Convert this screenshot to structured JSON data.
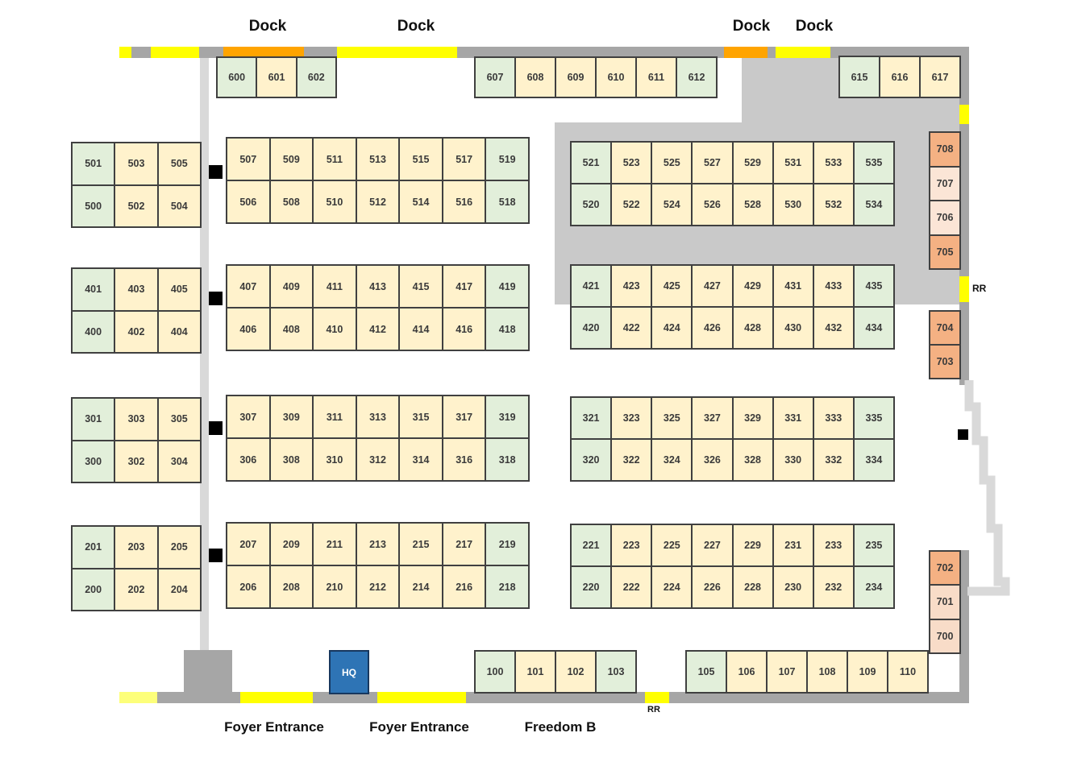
{
  "palette": {
    "green": "#E2EFDA",
    "cream": "#FFF2CC",
    "orange": "#F4B183",
    "peach": "#FBE5D6",
    "peach_light": "#F8DCC8",
    "blue": "#2E74B5",
    "wall": "#A6A6A6",
    "corridor": "#D9D9D9",
    "region": "#C9C9C9",
    "yellow": "#FFFF00",
    "pale_yellow": "#FDFF7A",
    "dock_orange": "#FFA400",
    "marker": "#000000"
  },
  "labels": {
    "dock": "Dock",
    "foyer": "Foyer Entrance",
    "freedom": "Freedom B",
    "rr": "RR",
    "hq": "HQ"
  },
  "groups": [
    {
      "name": "top-600",
      "cells": [
        {
          "n": "600",
          "c": "green"
        },
        {
          "n": "601",
          "c": "cream"
        },
        {
          "n": "602",
          "c": "green"
        }
      ]
    },
    {
      "name": "top-607",
      "cells": [
        {
          "n": "607",
          "c": "green"
        },
        {
          "n": "608",
          "c": "cream"
        },
        {
          "n": "609",
          "c": "cream"
        },
        {
          "n": "610",
          "c": "cream"
        },
        {
          "n": "611",
          "c": "cream"
        },
        {
          "n": "612",
          "c": "green"
        }
      ]
    },
    {
      "name": "top-615",
      "cells": [
        {
          "n": "615",
          "c": "green"
        },
        {
          "n": "616",
          "c": "cream"
        },
        {
          "n": "617",
          "c": "cream"
        }
      ]
    },
    {
      "name": "left-500",
      "cells": [
        {
          "n": "501",
          "c": "green"
        },
        {
          "n": "503",
          "c": "cream"
        },
        {
          "n": "505",
          "c": "cream"
        },
        {
          "n": "500",
          "c": "green"
        },
        {
          "n": "502",
          "c": "cream"
        },
        {
          "n": "504",
          "c": "cream"
        }
      ]
    },
    {
      "name": "mid-500",
      "cells": [
        {
          "n": "507",
          "c": "cream"
        },
        {
          "n": "509",
          "c": "cream"
        },
        {
          "n": "511",
          "c": "cream"
        },
        {
          "n": "513",
          "c": "cream"
        },
        {
          "n": "515",
          "c": "cream"
        },
        {
          "n": "517",
          "c": "cream"
        },
        {
          "n": "519",
          "c": "green"
        },
        {
          "n": "506",
          "c": "cream"
        },
        {
          "n": "508",
          "c": "cream"
        },
        {
          "n": "510",
          "c": "cream"
        },
        {
          "n": "512",
          "c": "cream"
        },
        {
          "n": "514",
          "c": "cream"
        },
        {
          "n": "516",
          "c": "cream"
        },
        {
          "n": "518",
          "c": "green"
        }
      ]
    },
    {
      "name": "right-500",
      "cells": [
        {
          "n": "521",
          "c": "green"
        },
        {
          "n": "523",
          "c": "cream"
        },
        {
          "n": "525",
          "c": "cream"
        },
        {
          "n": "527",
          "c": "cream"
        },
        {
          "n": "529",
          "c": "cream"
        },
        {
          "n": "531",
          "c": "cream"
        },
        {
          "n": "533",
          "c": "cream"
        },
        {
          "n": "535",
          "c": "green"
        },
        {
          "n": "520",
          "c": "green"
        },
        {
          "n": "522",
          "c": "cream"
        },
        {
          "n": "524",
          "c": "cream"
        },
        {
          "n": "526",
          "c": "cream"
        },
        {
          "n": "528",
          "c": "cream"
        },
        {
          "n": "530",
          "c": "cream"
        },
        {
          "n": "532",
          "c": "cream"
        },
        {
          "n": "534",
          "c": "green"
        }
      ]
    },
    {
      "name": "left-400",
      "cells": [
        {
          "n": "401",
          "c": "green"
        },
        {
          "n": "403",
          "c": "cream"
        },
        {
          "n": "405",
          "c": "cream"
        },
        {
          "n": "400",
          "c": "green"
        },
        {
          "n": "402",
          "c": "cream"
        },
        {
          "n": "404",
          "c": "cream"
        }
      ]
    },
    {
      "name": "mid-400",
      "cells": [
        {
          "n": "407",
          "c": "cream"
        },
        {
          "n": "409",
          "c": "cream"
        },
        {
          "n": "411",
          "c": "cream"
        },
        {
          "n": "413",
          "c": "cream"
        },
        {
          "n": "415",
          "c": "cream"
        },
        {
          "n": "417",
          "c": "cream"
        },
        {
          "n": "419",
          "c": "green"
        },
        {
          "n": "406",
          "c": "cream"
        },
        {
          "n": "408",
          "c": "cream"
        },
        {
          "n": "410",
          "c": "cream"
        },
        {
          "n": "412",
          "c": "cream"
        },
        {
          "n": "414",
          "c": "cream"
        },
        {
          "n": "416",
          "c": "cream"
        },
        {
          "n": "418",
          "c": "green"
        }
      ]
    },
    {
      "name": "right-400",
      "cells": [
        {
          "n": "421",
          "c": "green"
        },
        {
          "n": "423",
          "c": "cream"
        },
        {
          "n": "425",
          "c": "cream"
        },
        {
          "n": "427",
          "c": "cream"
        },
        {
          "n": "429",
          "c": "cream"
        },
        {
          "n": "431",
          "c": "cream"
        },
        {
          "n": "433",
          "c": "cream"
        },
        {
          "n": "435",
          "c": "green"
        },
        {
          "n": "420",
          "c": "green"
        },
        {
          "n": "422",
          "c": "cream"
        },
        {
          "n": "424",
          "c": "cream"
        },
        {
          "n": "426",
          "c": "cream"
        },
        {
          "n": "428",
          "c": "cream"
        },
        {
          "n": "430",
          "c": "cream"
        },
        {
          "n": "432",
          "c": "cream"
        },
        {
          "n": "434",
          "c": "green"
        }
      ]
    },
    {
      "name": "left-300",
      "cells": [
        {
          "n": "301",
          "c": "green"
        },
        {
          "n": "303",
          "c": "cream"
        },
        {
          "n": "305",
          "c": "cream"
        },
        {
          "n": "300",
          "c": "green"
        },
        {
          "n": "302",
          "c": "cream"
        },
        {
          "n": "304",
          "c": "cream"
        }
      ]
    },
    {
      "name": "mid-300",
      "cells": [
        {
          "n": "307",
          "c": "cream"
        },
        {
          "n": "309",
          "c": "cream"
        },
        {
          "n": "311",
          "c": "cream"
        },
        {
          "n": "313",
          "c": "cream"
        },
        {
          "n": "315",
          "c": "cream"
        },
        {
          "n": "317",
          "c": "cream"
        },
        {
          "n": "319",
          "c": "green"
        },
        {
          "n": "306",
          "c": "cream"
        },
        {
          "n": "308",
          "c": "cream"
        },
        {
          "n": "310",
          "c": "cream"
        },
        {
          "n": "312",
          "c": "cream"
        },
        {
          "n": "314",
          "c": "cream"
        },
        {
          "n": "316",
          "c": "cream"
        },
        {
          "n": "318",
          "c": "green"
        }
      ]
    },
    {
      "name": "right-300",
      "cells": [
        {
          "n": "321",
          "c": "green"
        },
        {
          "n": "323",
          "c": "cream"
        },
        {
          "n": "325",
          "c": "cream"
        },
        {
          "n": "327",
          "c": "cream"
        },
        {
          "n": "329",
          "c": "cream"
        },
        {
          "n": "331",
          "c": "cream"
        },
        {
          "n": "333",
          "c": "cream"
        },
        {
          "n": "335",
          "c": "green"
        },
        {
          "n": "320",
          "c": "green"
        },
        {
          "n": "322",
          "c": "cream"
        },
        {
          "n": "324",
          "c": "cream"
        },
        {
          "n": "326",
          "c": "cream"
        },
        {
          "n": "328",
          "c": "cream"
        },
        {
          "n": "330",
          "c": "cream"
        },
        {
          "n": "332",
          "c": "cream"
        },
        {
          "n": "334",
          "c": "green"
        }
      ]
    },
    {
      "name": "left-200",
      "cells": [
        {
          "n": "201",
          "c": "green"
        },
        {
          "n": "203",
          "c": "cream"
        },
        {
          "n": "205",
          "c": "cream"
        },
        {
          "n": "200",
          "c": "green"
        },
        {
          "n": "202",
          "c": "cream"
        },
        {
          "n": "204",
          "c": "cream"
        }
      ]
    },
    {
      "name": "mid-200",
      "cells": [
        {
          "n": "207",
          "c": "cream"
        },
        {
          "n": "209",
          "c": "cream"
        },
        {
          "n": "211",
          "c": "cream"
        },
        {
          "n": "213",
          "c": "cream"
        },
        {
          "n": "215",
          "c": "cream"
        },
        {
          "n": "217",
          "c": "cream"
        },
        {
          "n": "219",
          "c": "green"
        },
        {
          "n": "206",
          "c": "cream"
        },
        {
          "n": "208",
          "c": "cream"
        },
        {
          "n": "210",
          "c": "cream"
        },
        {
          "n": "212",
          "c": "cream"
        },
        {
          "n": "214",
          "c": "cream"
        },
        {
          "n": "216",
          "c": "cream"
        },
        {
          "n": "218",
          "c": "green"
        }
      ]
    },
    {
      "name": "right-200",
      "cells": [
        {
          "n": "221",
          "c": "green"
        },
        {
          "n": "223",
          "c": "cream"
        },
        {
          "n": "225",
          "c": "cream"
        },
        {
          "n": "227",
          "c": "cream"
        },
        {
          "n": "229",
          "c": "cream"
        },
        {
          "n": "231",
          "c": "cream"
        },
        {
          "n": "233",
          "c": "cream"
        },
        {
          "n": "235",
          "c": "green"
        },
        {
          "n": "220",
          "c": "green"
        },
        {
          "n": "222",
          "c": "cream"
        },
        {
          "n": "224",
          "c": "cream"
        },
        {
          "n": "226",
          "c": "cream"
        },
        {
          "n": "228",
          "c": "cream"
        },
        {
          "n": "230",
          "c": "cream"
        },
        {
          "n": "232",
          "c": "cream"
        },
        {
          "n": "234",
          "c": "green"
        }
      ]
    },
    {
      "name": "side-708",
      "cells": [
        {
          "n": "708",
          "c": "orange"
        },
        {
          "n": "707",
          "c": "peach"
        },
        {
          "n": "706",
          "c": "peach"
        },
        {
          "n": "705",
          "c": "orange"
        }
      ]
    },
    {
      "name": "side-704",
      "cells": [
        {
          "n": "704",
          "c": "orange"
        },
        {
          "n": "703",
          "c": "orange"
        }
      ]
    },
    {
      "name": "side-702",
      "cells": [
        {
          "n": "702",
          "c": "orange"
        },
        {
          "n": "701",
          "c": "peach_light"
        },
        {
          "n": "700",
          "c": "peach_light"
        }
      ]
    },
    {
      "name": "bottom-100",
      "cells": [
        {
          "n": "100",
          "c": "green"
        },
        {
          "n": "101",
          "c": "cream"
        },
        {
          "n": "102",
          "c": "cream"
        },
        {
          "n": "103",
          "c": "green"
        }
      ]
    },
    {
      "name": "bottom-105",
      "cells": [
        {
          "n": "105",
          "c": "green"
        },
        {
          "n": "106",
          "c": "cream"
        },
        {
          "n": "107",
          "c": "cream"
        },
        {
          "n": "108",
          "c": "cream"
        },
        {
          "n": "109",
          "c": "cream"
        },
        {
          "n": "110",
          "c": "cream"
        }
      ]
    }
  ]
}
